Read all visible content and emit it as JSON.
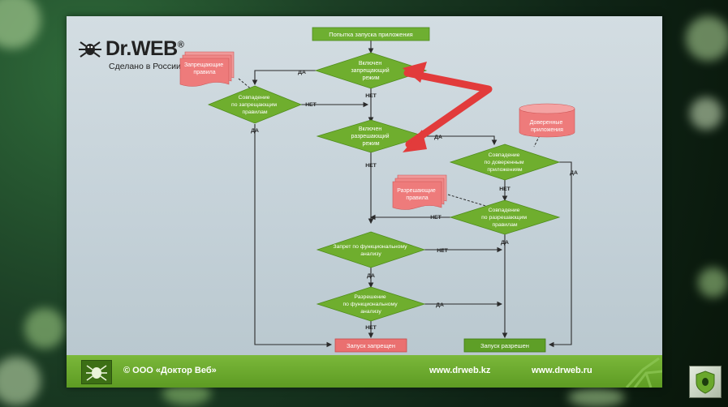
{
  "logo": {
    "title": "Dr.WEB",
    "registered": "®",
    "subtitle": "Сделано в России"
  },
  "flowchart": {
    "start": "Попытка запуска приложения",
    "d_deny_mode": [
      "Включен",
      "запрещающий",
      "режим"
    ],
    "deny_rules_doc": [
      "Запрещающие",
      "правила"
    ],
    "d_deny_match": [
      "Совпадение",
      "по запрещающим",
      "правилам"
    ],
    "d_allow_mode": [
      "Включен",
      "разрешающий",
      "режим"
    ],
    "trusted_db": [
      "Доверенные",
      "приложения"
    ],
    "d_trusted_match": [
      "Совпадение",
      "по доверенным",
      "приложениям"
    ],
    "allow_rules_doc": [
      "Разрешающие",
      "правила"
    ],
    "d_allow_match": [
      "Совпадение",
      "по разрешающим",
      "правилам"
    ],
    "d_func_deny": [
      "Запрет по функциональному",
      "анализу"
    ],
    "d_func_allow": [
      "Разрешение",
      "по функциональному",
      "анализу"
    ],
    "end_denied": "Запуск запрещен",
    "end_allowed": "Запуск разрешен",
    "yes": "ДА",
    "no": "НЕТ"
  },
  "footer": {
    "copyright": "© ООО «Доктор Веб»",
    "url_kz": "www.drweb.kz",
    "url_ru": "www.drweb.ru"
  },
  "colors": {
    "diamond": "#6fae2e",
    "box": "#70b034",
    "doc": "#ee7b7b",
    "end_denied": "#ea7070",
    "arrow_red": "#e23b3b",
    "footer": "#6aa82c"
  },
  "icons": [
    "drweb-spider-icon",
    "drweb-badge-icon",
    "red-highlight-arrow-icon"
  ]
}
